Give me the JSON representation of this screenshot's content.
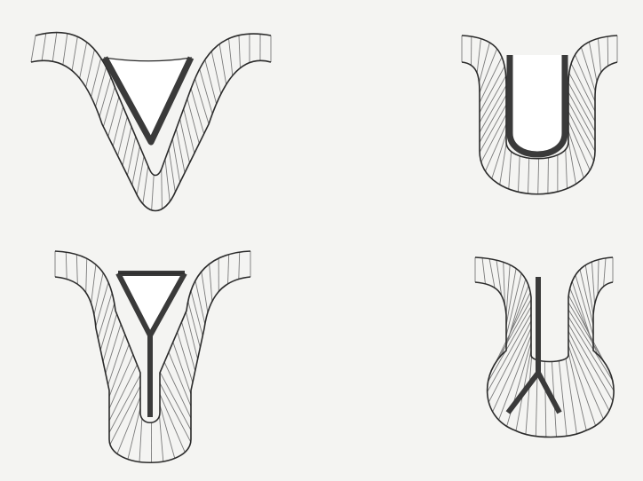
{
  "colors": {
    "background": "#f4f4f2",
    "outline": "#2b2b2b",
    "hatch": "#7a7a7a",
    "lumen_fill": "#ffffff",
    "inner_band": "#3a3a3a"
  },
  "figures": [
    {
      "shape": "V"
    },
    {
      "shape": "U"
    },
    {
      "shape": "Y"
    },
    {
      "shape": "inverted-Y in flask"
    }
  ]
}
